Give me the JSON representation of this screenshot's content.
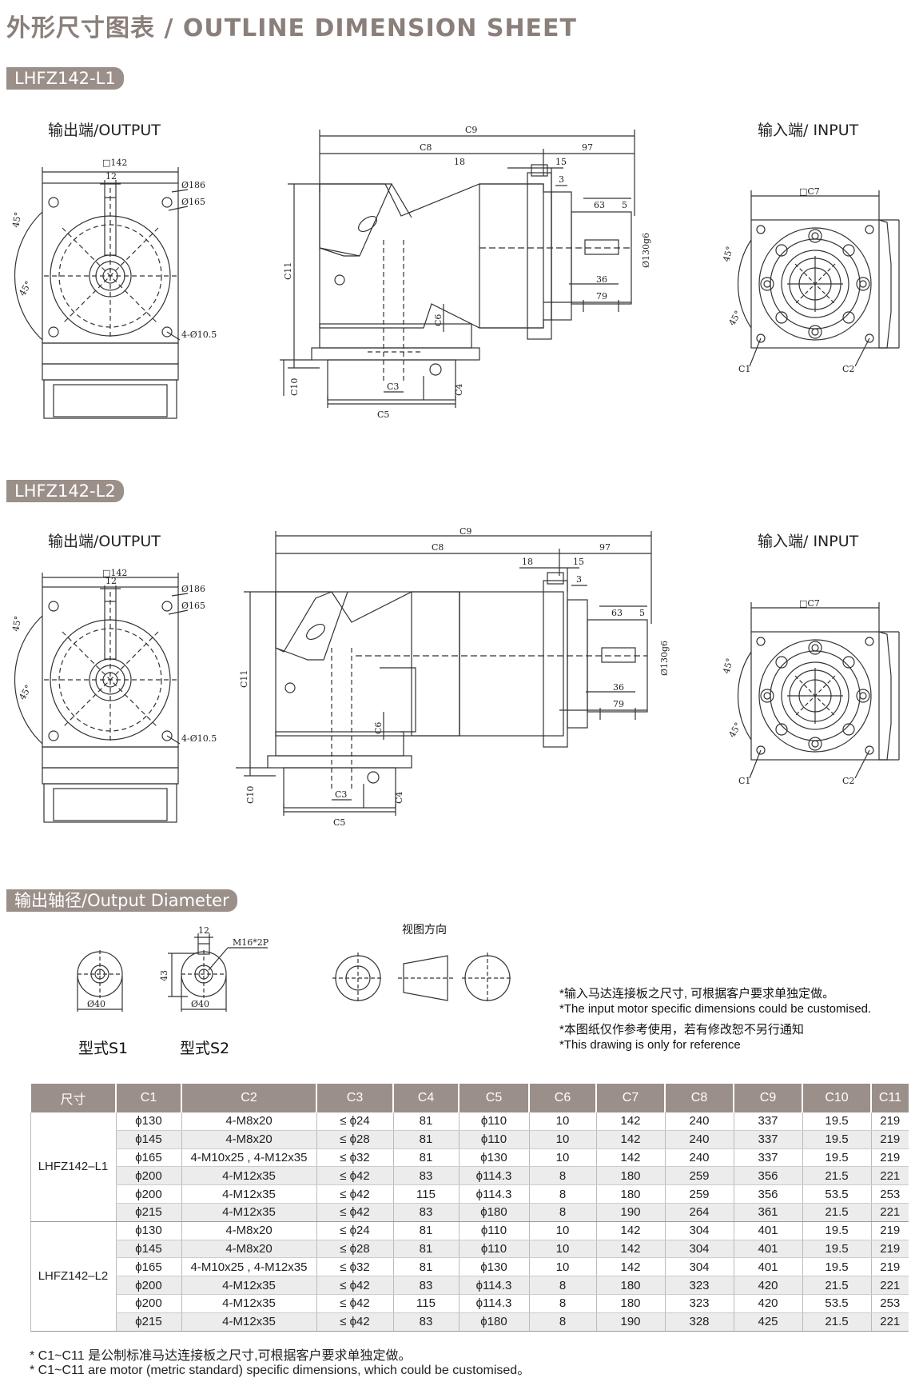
{
  "header": {
    "title": "外形尺寸图表 / OUTLINE DIMENSION SHEET"
  },
  "sections": {
    "l1": {
      "tag": "LHFZ142-L1",
      "output_label": "输出端/OUTPUT",
      "input_label": "输入端/ INPUT"
    },
    "l2": {
      "tag": "LHFZ142-L2",
      "output_label": "输出端/OUTPUT",
      "input_label": "输入端/ INPUT"
    },
    "diameter": {
      "tag": "输出轴径/Output Diameter",
      "view_label": "视图方向",
      "s1_label": "型式S1",
      "s2_label": "型式S2"
    }
  },
  "drawing_text": {
    "sq142": "□142",
    "d186": "Ø186",
    "d165": "Ø165",
    "w12": "12",
    "holes": "4-Ø10.5",
    "deg45": "45°",
    "c9": "C9",
    "c8": "C8",
    "d97": "97",
    "d18": "18",
    "d15": "15",
    "d3": "3",
    "d63": "63",
    "d5": "5",
    "d130": "Ø130g6",
    "d36": "36",
    "d79": "79",
    "c11": "C11",
    "c6": "C6",
    "c3": "C3",
    "c10": "C10",
    "c4": "C4",
    "c5": "C5",
    "c5b": "5",
    "sq_c7": "□C7",
    "c1": "C1",
    "c2": "C2",
    "m16": "M16*2P",
    "d43": "43",
    "d40": "Ø40"
  },
  "notes": [
    "*输入马达连接板之尺寸, 可根据客户要求单独定做。",
    "*The input motor specific dimensions could be customised.",
    "*本图纸仅作参考使用，若有修改恕不另行通知",
    "*This drawing is only for reference"
  ],
  "table": {
    "headers": [
      "尺寸",
      "C1",
      "C2",
      "C3",
      "C4",
      "C5",
      "C6",
      "C7",
      "C8",
      "C9",
      "C10",
      "C11"
    ],
    "groups": [
      {
        "name": "LHFZ142–L1",
        "rows": [
          [
            "ϕ130",
            "4-M8x20",
            "≤ ϕ24",
            "81",
            "ϕ110",
            "10",
            "142",
            "240",
            "337",
            "19.5",
            "219"
          ],
          [
            "ϕ145",
            "4-M8x20",
            "≤ ϕ28",
            "81",
            "ϕ110",
            "10",
            "142",
            "240",
            "337",
            "19.5",
            "219"
          ],
          [
            "ϕ165",
            "4-M10x25 , 4-M12x35",
            "≤ ϕ32",
            "81",
            "ϕ130",
            "10",
            "142",
            "240",
            "337",
            "19.5",
            "219"
          ],
          [
            "ϕ200",
            "4-M12x35",
            "≤ ϕ42",
            "83",
            "ϕ114.3",
            "8",
            "180",
            "259",
            "356",
            "21.5",
            "221"
          ],
          [
            "ϕ200",
            "4-M12x35",
            "≤ ϕ42",
            "115",
            "ϕ114.3",
            "8",
            "180",
            "259",
            "356",
            "53.5",
            "253"
          ],
          [
            "ϕ215",
            "4-M12x35",
            "≤ ϕ42",
            "83",
            "ϕ180",
            "8",
            "190",
            "264",
            "361",
            "21.5",
            "221"
          ]
        ]
      },
      {
        "name": "LHFZ142–L2",
        "rows": [
          [
            "ϕ130",
            "4-M8x20",
            "≤ ϕ24",
            "81",
            "ϕ110",
            "10",
            "142",
            "304",
            "401",
            "19.5",
            "219"
          ],
          [
            "ϕ145",
            "4-M8x20",
            "≤ ϕ28",
            "81",
            "ϕ110",
            "10",
            "142",
            "304",
            "401",
            "19.5",
            "219"
          ],
          [
            "ϕ165",
            "4-M10x25 , 4-M12x35",
            "≤ ϕ32",
            "81",
            "ϕ130",
            "10",
            "142",
            "304",
            "401",
            "19.5",
            "219"
          ],
          [
            "ϕ200",
            "4-M12x35",
            "≤ ϕ42",
            "83",
            "ϕ114.3",
            "8",
            "180",
            "323",
            "420",
            "21.5",
            "221"
          ],
          [
            "ϕ200",
            "4-M12x35",
            "≤ ϕ42",
            "115",
            "ϕ114.3",
            "8",
            "180",
            "323",
            "420",
            "53.5",
            "253"
          ],
          [
            "ϕ215",
            "4-M12x35",
            "≤ ϕ42",
            "83",
            "ϕ180",
            "8",
            "190",
            "328",
            "425",
            "21.5",
            "221"
          ]
        ]
      }
    ]
  },
  "footnotes": [
    "* C1~C11 是公制标准马达连接板之尺寸,可根据客户要求单独定做。",
    "* C1~C11 are motor (metric standard) specific dimensions, which could be customised。"
  ]
}
